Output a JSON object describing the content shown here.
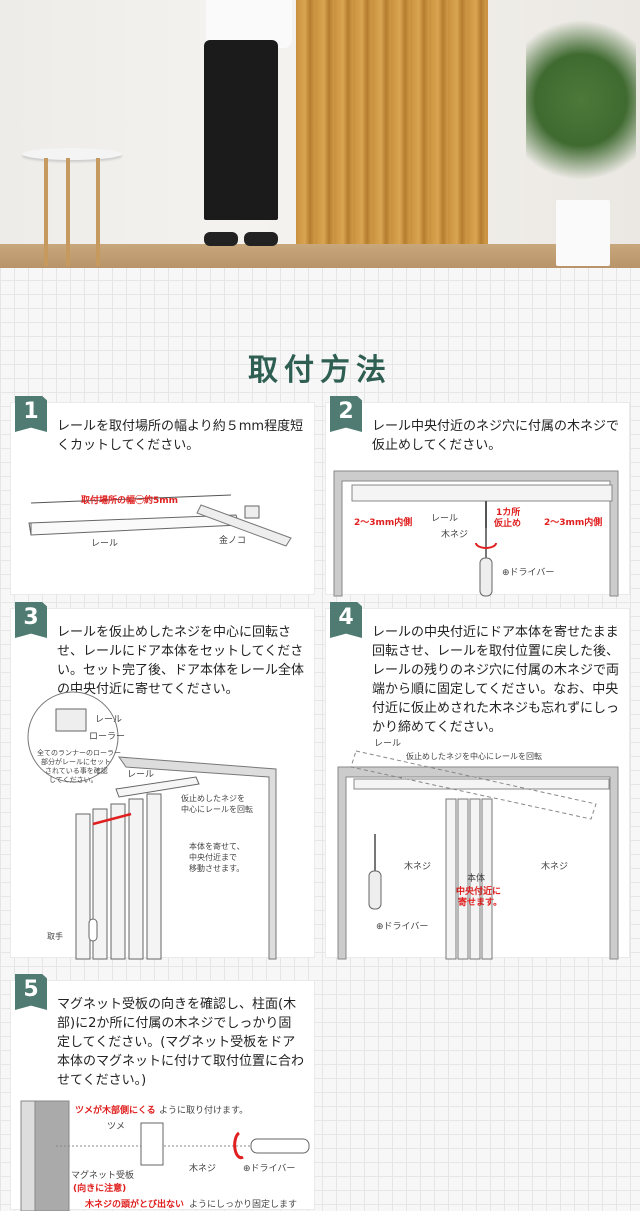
{
  "title": "取付方法",
  "steps": [
    {
      "num": "1",
      "text": "レールを取付場所の幅より約５mm程度短くカットしてください。",
      "labels": {
        "width": "取付場所の幅㊀約5mm",
        "rail": "レール",
        "saw": "金ノコ"
      }
    },
    {
      "num": "2",
      "text": "レール中央付近のネジ穴に付属の木ネジで仮止めしてください。",
      "labels": {
        "left_gap": "2～3mm内側",
        "right_gap": "2～3mm内側",
        "rail": "レール",
        "screw": "木ネジ",
        "temp1": "1カ所",
        "temp2": "仮止め",
        "driver": "⊕ドライバー"
      }
    },
    {
      "num": "3",
      "text": "レールを仮止めしたネジを中心に回転させ、レールにドア本体をセットしてください。セット完了後、ドア本体をレール全体の中央付近に寄せてください。",
      "labels": {
        "rail_c": "レール",
        "roller": "ローラー",
        "note1": "全てのランナーのローラー",
        "note2": "部分がレールにセット",
        "note3": "されている事を確認",
        "note4": "してください。",
        "rail": "レール",
        "rotate1": "仮止めしたネジを",
        "rotate2": "中心にレールを回転",
        "move1": "本体を寄せて、",
        "move2": "中央付近まで",
        "move3": "移動させます。",
        "handle": "取手"
      }
    },
    {
      "num": "4",
      "text": "レールの中央付近にドア本体を寄せたまま回転させ、レールを取付位置に戻した後、レールの残りのネジ穴に付属の木ネジで両端から順に固定してください。なお、中央付近に仮止めされた木ネジも忘れずにしっかり締めてください。",
      "labels": {
        "rail": "レール",
        "rotate": "仮止めしたネジを中心にレールを回転",
        "screw_l": "木ネジ",
        "screw_r": "木ネジ",
        "body": "本体",
        "center1": "中央付近に",
        "center2": "寄せます。",
        "driver": "⊕ドライバー"
      }
    },
    {
      "num": "5",
      "text": "マグネット受板の向きを確認し、柱面(木部)に2か所に付属の木ネジでしっかり固定してください。(マグネット受板をドア本体のマグネットに付けて取付位置に合わせてください。)",
      "labels": {
        "claw_red": "ツメが木部側にくる",
        "claw_rest": "ように取り付けます。",
        "claw": "ツメ",
        "plate": "マグネット受板",
        "caution": "(向きに注意)",
        "screw": "木ネジ",
        "driver": "⊕ドライバー",
        "bottom_red": "木ネジの頭がとび出ない",
        "bottom_rest": "ようにしっかり固定します"
      }
    }
  ],
  "colors": {
    "accent": "#4f7b72",
    "title": "#2f5f52",
    "red": "#e02020"
  }
}
